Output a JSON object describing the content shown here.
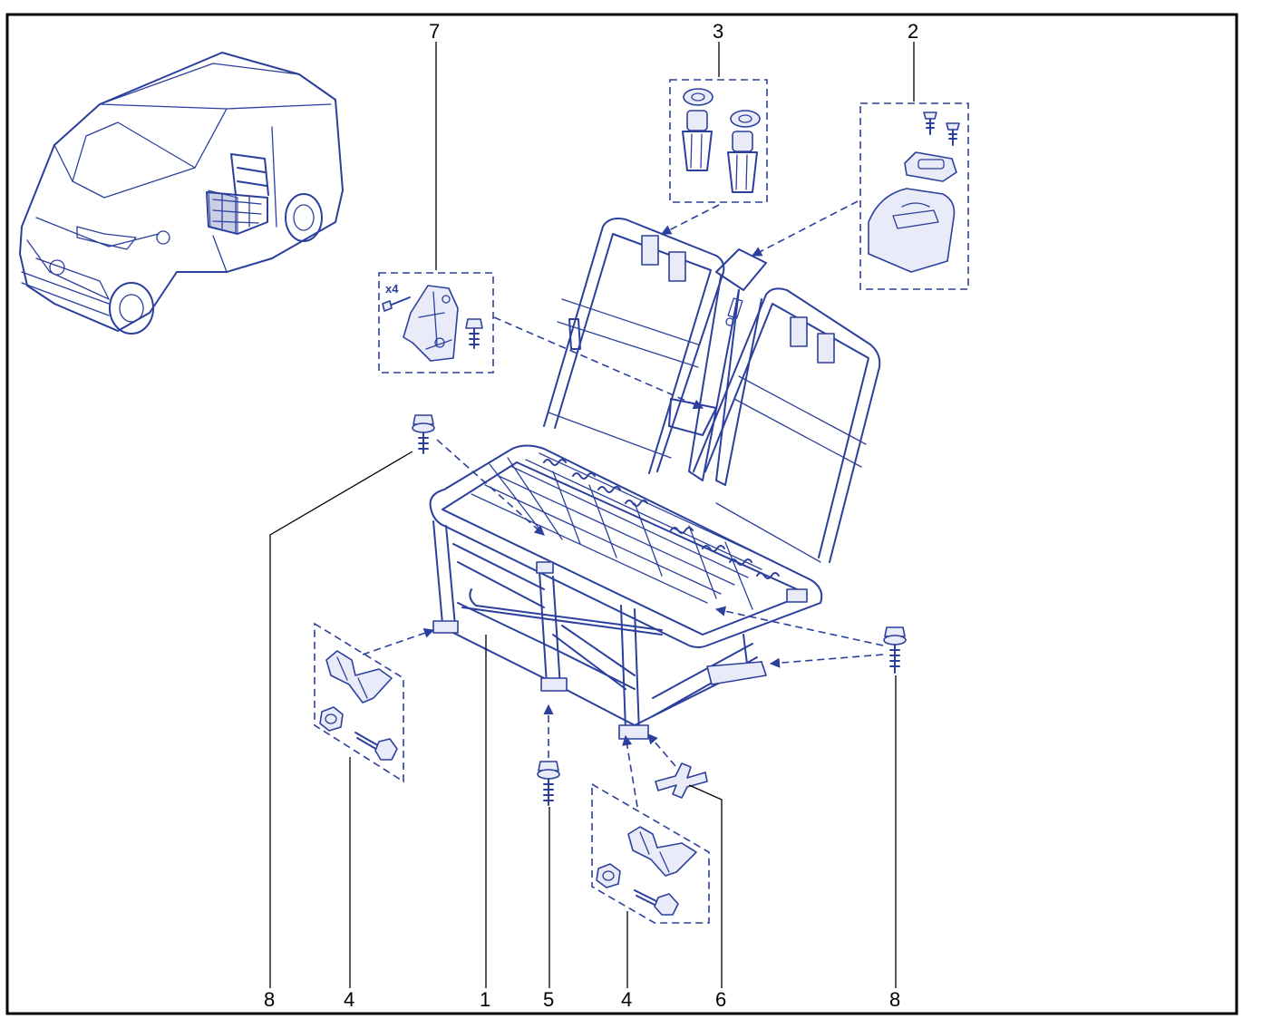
{
  "colors": {
    "line": "#2b3f9c",
    "frame": "#000000",
    "fill": "#e9ecf8",
    "background": "#ffffff"
  },
  "callouts": {
    "c1": "1",
    "c2": "2",
    "c3": "3",
    "c4a": "4",
    "c4b": "4",
    "c5": "5",
    "c6": "6",
    "c7": "7",
    "c8a": "8",
    "c8b": "8"
  },
  "kit7": {
    "quantity": "x4"
  },
  "icons": {
    "vehicle": "van-icon",
    "seat": "seat-frame-icon",
    "bolt": "bolt-icon",
    "bracket": "bracket-icon",
    "nut": "nut-icon",
    "clip": "clip-icon",
    "cap": "cap-icon",
    "screw": "screw-icon",
    "rivet": "rivet-icon"
  }
}
